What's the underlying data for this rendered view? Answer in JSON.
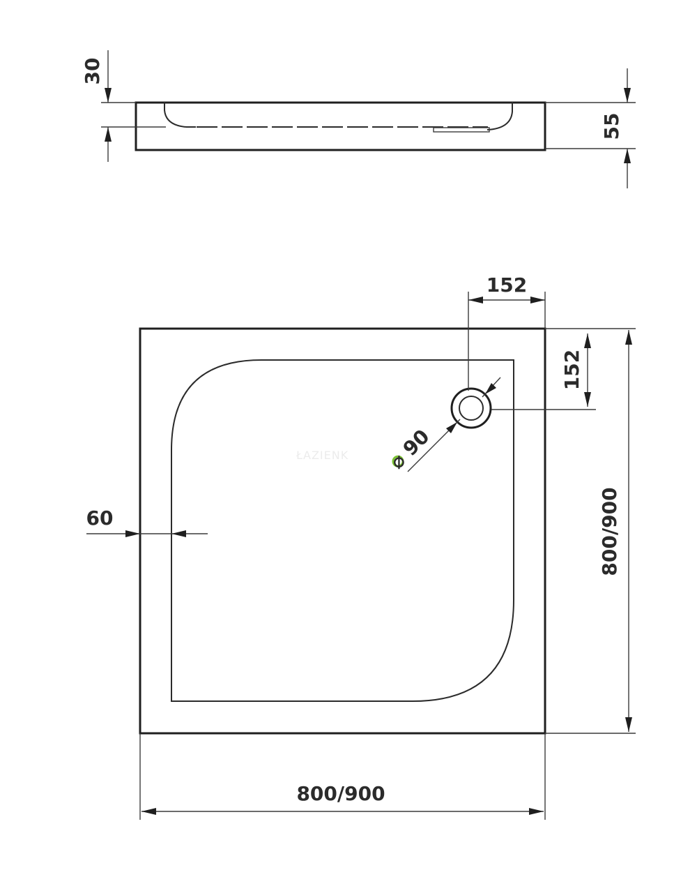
{
  "side_view": {
    "dim_rim_depth": "30",
    "dim_total_height": "55"
  },
  "top_view": {
    "dim_drain_offset_x": "152",
    "dim_drain_offset_y": "152",
    "dim_drain_diameter": "90",
    "dim_diameter_symbol": "⌀",
    "dim_border_width": "60",
    "dim_width": "800/900",
    "dim_depth": "800/900"
  },
  "watermark": {
    "text": "ŁAZIENK"
  },
  "colors": {
    "line": "#2b2b2b",
    "diameter_symbol_accent": "#7ac231"
  }
}
